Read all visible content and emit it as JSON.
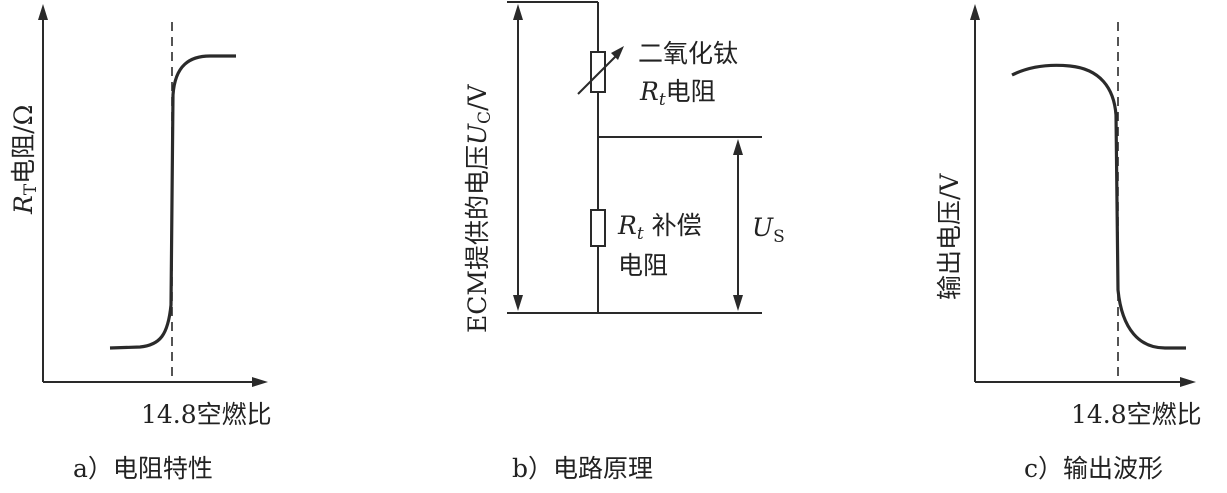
{
  "panel_a": {
    "y_axis_label": "R",
    "y_axis_subscript": "T",
    "y_axis_label_rest": "电阻/Ω",
    "x_axis_label": "14.8空燃比",
    "caption": "a）电阻特性"
  },
  "panel_b": {
    "sensor_label_line1": "二氧化钛",
    "sensor_label_line2_symbol": "R",
    "sensor_label_line2_subscript": "t",
    "sensor_label_line2_rest": "电阻",
    "comp_label_line1_symbol": "R",
    "comp_label_line1_subscript": "t",
    "comp_label_line1_rest": " 补偿",
    "comp_label_line2": "电阻",
    "us_symbol": "U",
    "us_subscript": "S",
    "uc_label_prefix": "ECM提供的电压",
    "uc_symbol": "U",
    "uc_subscript": "C",
    "uc_unit": "/V",
    "caption": "b）电路原理"
  },
  "panel_c": {
    "y_axis_label": "输出电压/V",
    "x_axis_label": "14.8空燃比",
    "caption": "c）输出波形"
  }
}
